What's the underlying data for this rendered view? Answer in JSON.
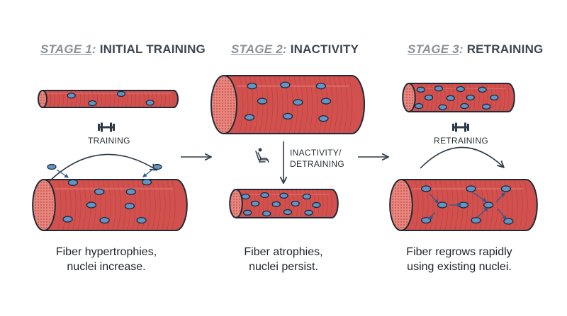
{
  "stages": [
    {
      "number": "STAGE 1",
      "title": "INITIAL TRAINING",
      "caption_line1": "Fiber hypertrophies,",
      "caption_line2": "nuclei increase.",
      "action_label": "TRAINING",
      "action_icon": "dumbbell-icon"
    },
    {
      "number": "STAGE 2",
      "title": "INACTIVITY",
      "caption_line1": "Fiber atrophies,",
      "caption_line2": "nuclei persist.",
      "action_label_line1": "INACTIVITY/",
      "action_label_line2": "DETRAINING",
      "action_icon": "reclining-person-icon"
    },
    {
      "number": "STAGE 3",
      "title": "RETRAINING",
      "caption_line1": "Fiber regrows rapidly",
      "caption_line2": "using existing nuclei.",
      "action_label": "RETRAINING",
      "action_icon": "dumbbell-icon"
    }
  ],
  "colors": {
    "fiber": "#d2514e",
    "fiber_dark": "#b03e3c",
    "fiber_end": "#e8857d",
    "nucleus": "#5f95c8",
    "outline": "#1e2a36",
    "arrow": "#2c3a48",
    "title_number": "#8a9298",
    "title_text": "#3c4650"
  }
}
